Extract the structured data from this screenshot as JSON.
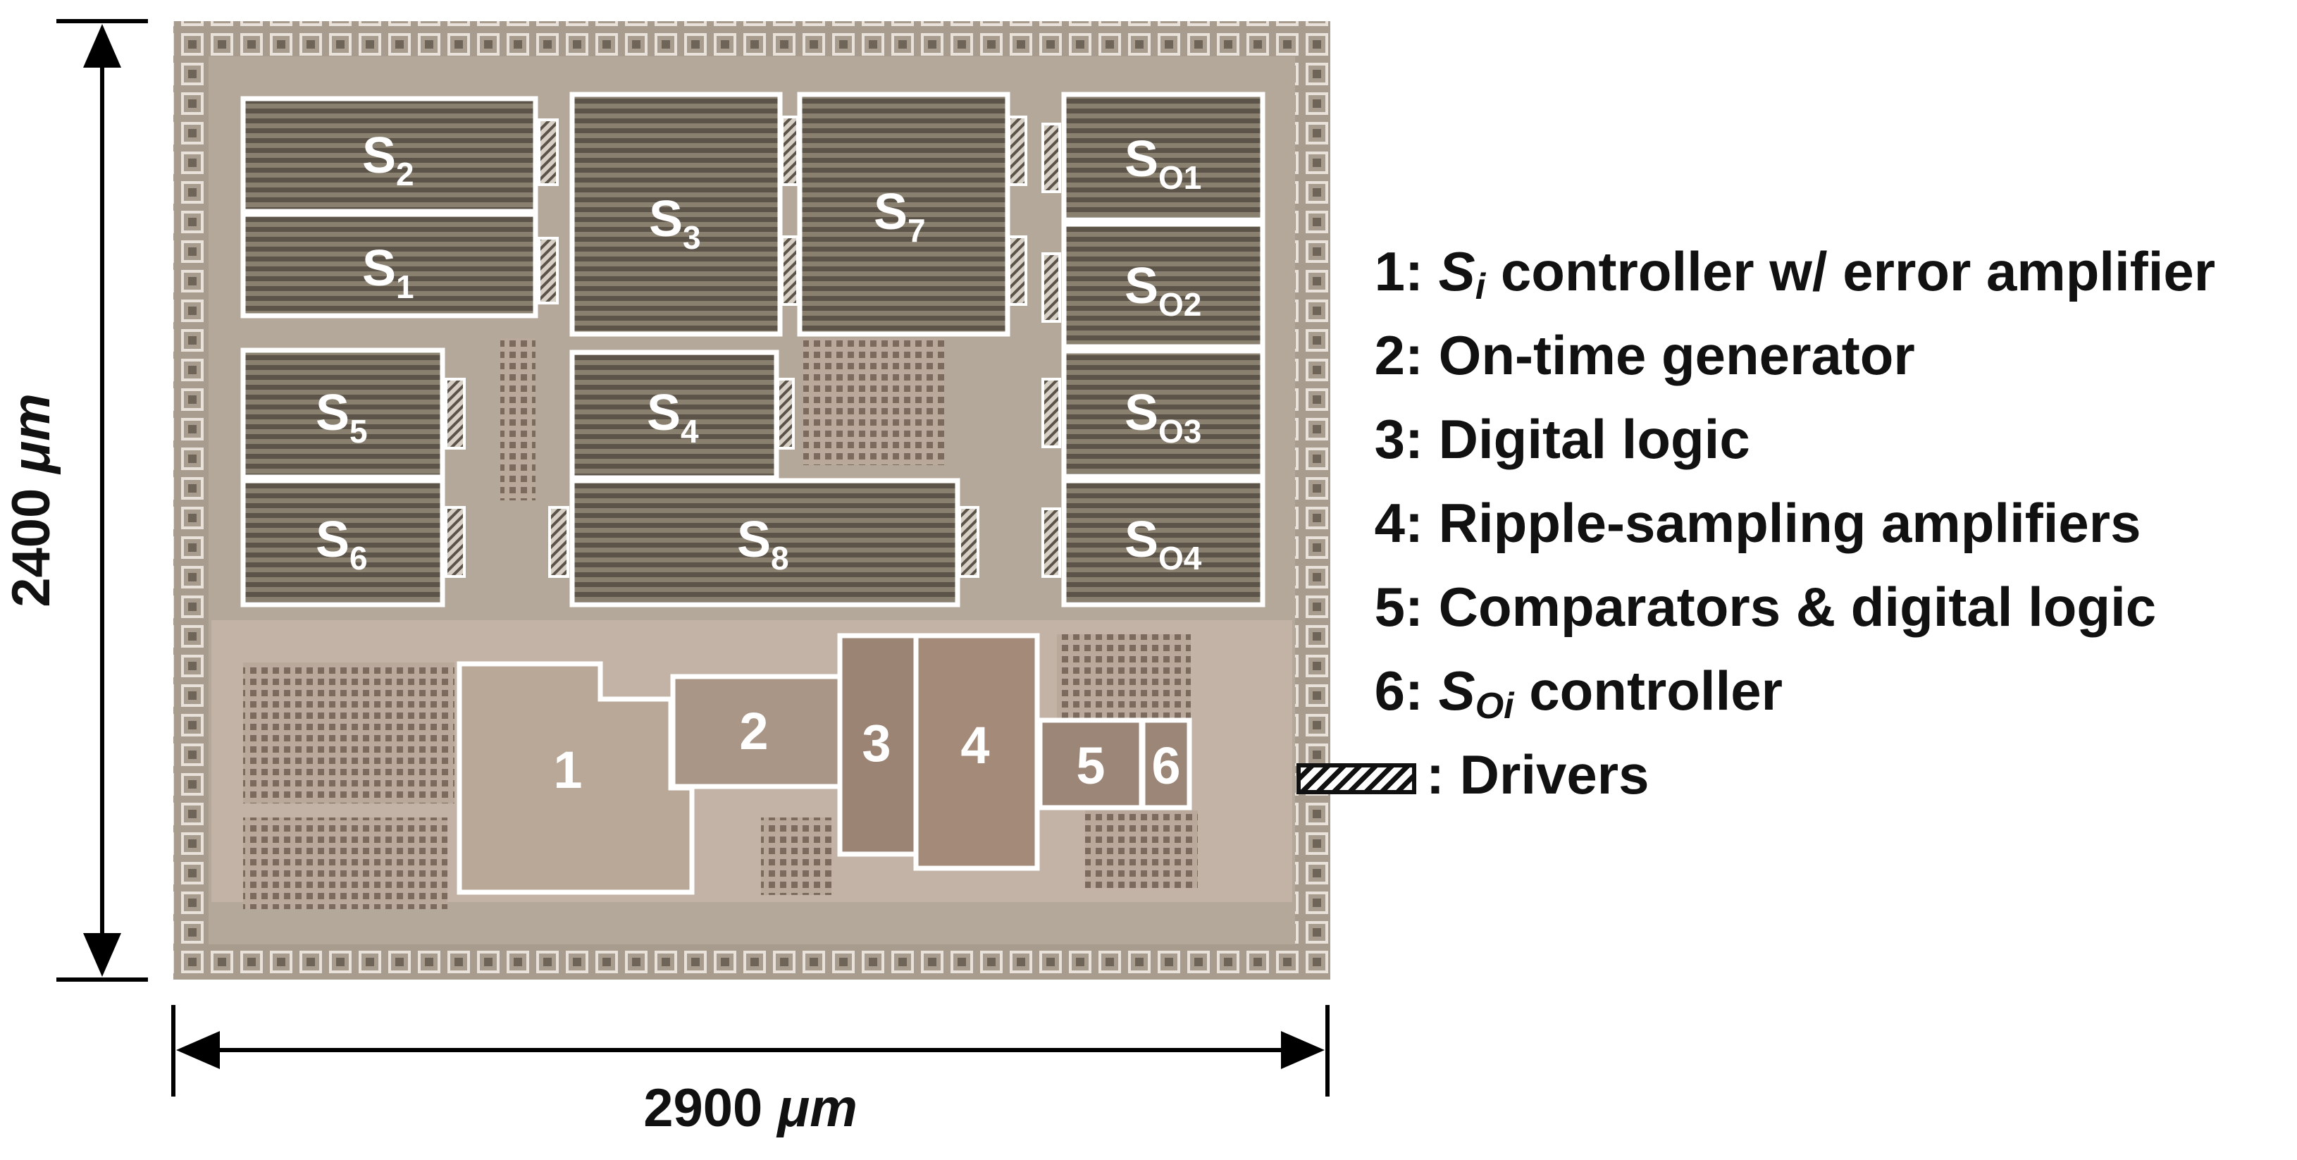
{
  "dimensions": {
    "height": "2400",
    "width": "2900",
    "unit": "μm"
  },
  "blocks": [
    {
      "id": "S2",
      "main": "S",
      "sub": "2"
    },
    {
      "id": "S1",
      "main": "S",
      "sub": "1"
    },
    {
      "id": "S3",
      "main": "S",
      "sub": "3"
    },
    {
      "id": "S7",
      "main": "S",
      "sub": "7"
    },
    {
      "id": "SO1",
      "main": "S",
      "sub": "O1"
    },
    {
      "id": "SO2",
      "main": "S",
      "sub": "O2"
    },
    {
      "id": "SO3",
      "main": "S",
      "sub": "O3"
    },
    {
      "id": "SO4",
      "main": "S",
      "sub": "O4"
    },
    {
      "id": "S5",
      "main": "S",
      "sub": "5"
    },
    {
      "id": "S6",
      "main": "S",
      "sub": "6"
    },
    {
      "id": "S4",
      "main": "S",
      "sub": "4"
    },
    {
      "id": "S8",
      "main": "S",
      "sub": "8"
    }
  ],
  "circuits": [
    {
      "id": "1",
      "label": "1"
    },
    {
      "id": "2",
      "label": "2"
    },
    {
      "id": "3",
      "label": "3"
    },
    {
      "id": "4",
      "label": "4"
    },
    {
      "id": "5",
      "label": "5"
    },
    {
      "id": "6",
      "label": "6"
    }
  ],
  "legend": {
    "items": [
      {
        "num": "1:",
        "symbol": "S",
        "symbol_sub": "i",
        "text": " controller w/ error amplifier"
      },
      {
        "num": "2:",
        "symbol": "",
        "symbol_sub": "",
        "text": "On-time generator"
      },
      {
        "num": "3:",
        "symbol": "",
        "symbol_sub": "",
        "text": "Digital logic"
      },
      {
        "num": "4:",
        "symbol": "",
        "symbol_sub": "",
        "text": "Ripple-sampling amplifiers"
      },
      {
        "num": "5:",
        "symbol": "",
        "symbol_sub": "",
        "text": "Comparators & digital logic"
      },
      {
        "num": "6:",
        "symbol": "S",
        "symbol_sub": "Oi",
        "text": " controller"
      }
    ],
    "drivers_label": ": Drivers"
  },
  "colors": {
    "die_background": "#b4a89a",
    "power_switch": "#6f6658",
    "block_outline": "#ffffff",
    "dimension_lines": "#000000",
    "text": "#111111"
  }
}
